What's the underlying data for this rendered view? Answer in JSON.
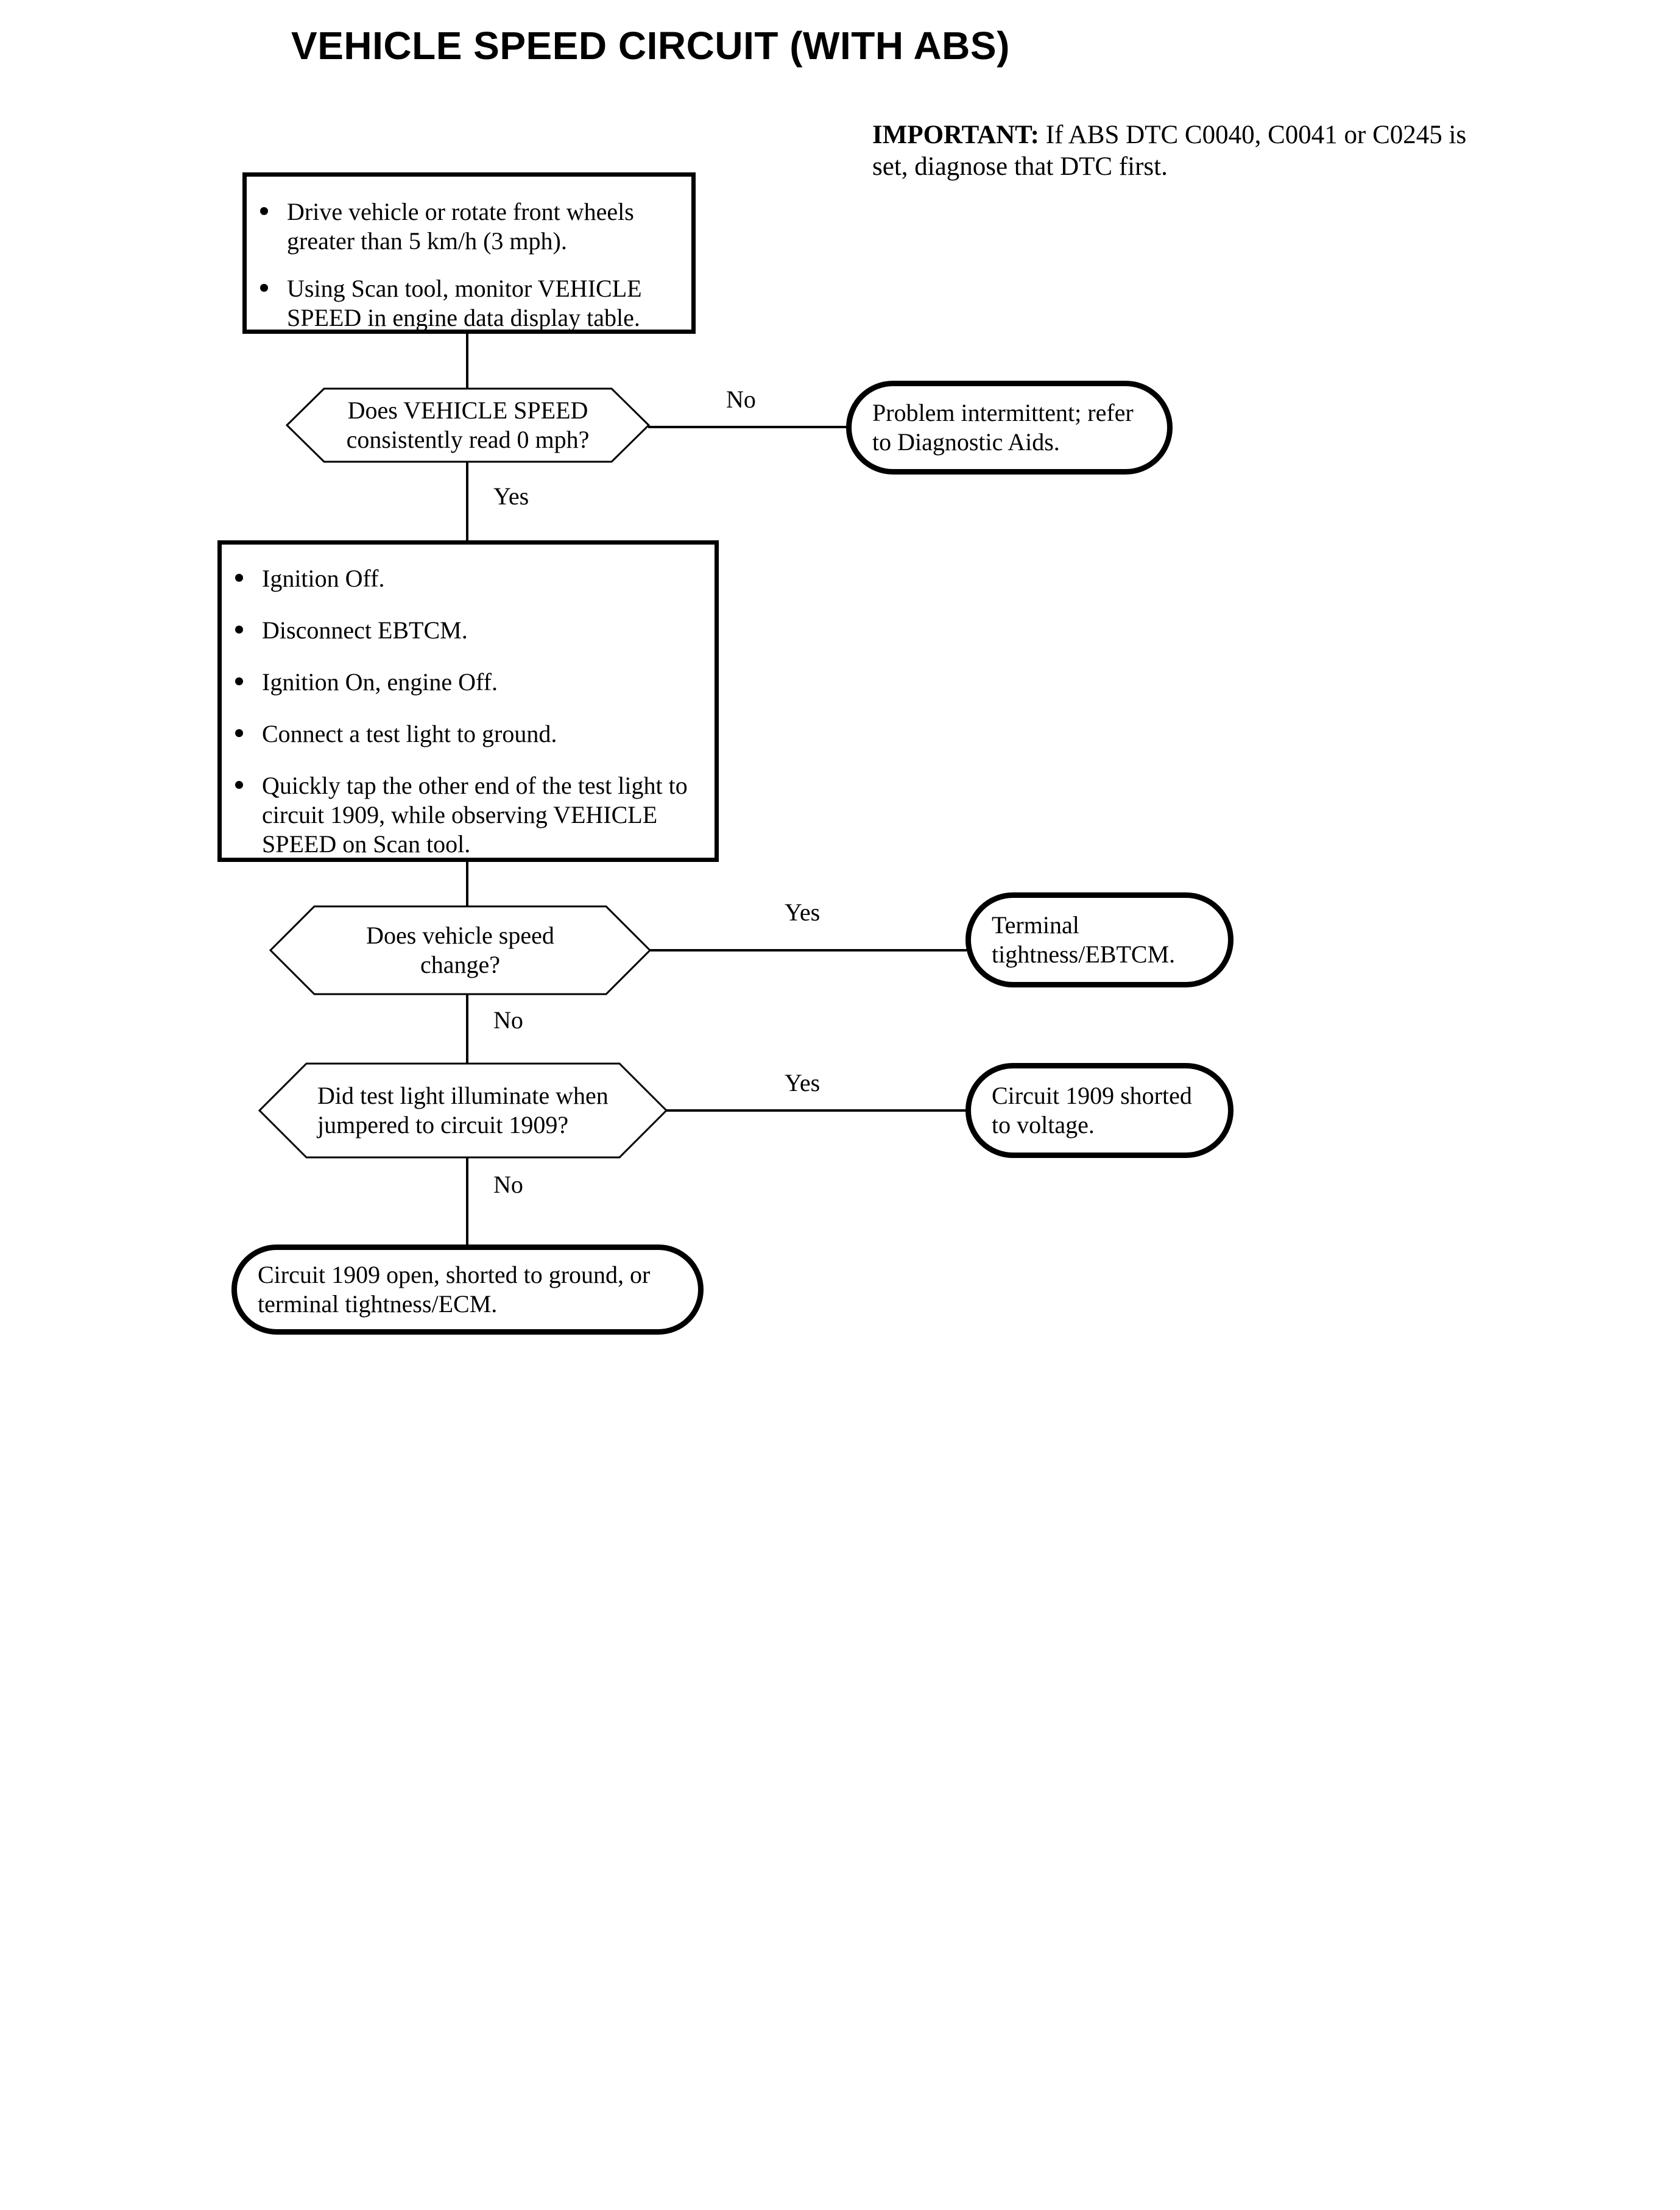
{
  "title": "VEHICLE SPEED CIRCUIT (WITH ABS)",
  "important": {
    "lead": "IMPORTANT:",
    "text": "If ABS DTC C0040, C0041 or C0245 is set, diagnose that DTC first."
  },
  "steps": {
    "step1": {
      "bullets": [
        "Drive vehicle or rotate front wheels greater than 5 km/h (3 mph).",
        "Using Scan tool, monitor VEHICLE SPEED in engine data display table."
      ]
    },
    "step2": {
      "bullets": [
        "Ignition Off.",
        "Disconnect EBTCM.",
        "Ignition On, engine Off.",
        "Connect a test light to ground.",
        "Quickly tap the other end of the test light to circuit 1909, while observing VEHICLE SPEED on Scan tool."
      ]
    }
  },
  "decisions": {
    "d1": {
      "text": "Does VEHICLE SPEED consistently read 0 mph?"
    },
    "d2": {
      "text": "Does vehicle speed change?"
    },
    "d3": {
      "text": "Did test light illuminate when jumpered to circuit 1909?"
    }
  },
  "terminators": {
    "t1": {
      "text": "Problem intermittent; refer to Diagnostic Aids."
    },
    "t2": {
      "text": "Terminal tightness/EBTCM."
    },
    "t3": {
      "text": "Circuit 1909 shorted to voltage."
    },
    "t4": {
      "text": "Circuit 1909 open, shorted to ground, or terminal tightness/ECM."
    }
  },
  "branch_labels": {
    "d1_no": "No",
    "d1_yes": "Yes",
    "d2_yes": "Yes",
    "d2_no": "No",
    "d3_yes": "Yes",
    "d3_no": "No"
  },
  "colors": {
    "ink": "#000000",
    "paper": "#ffffff"
  }
}
